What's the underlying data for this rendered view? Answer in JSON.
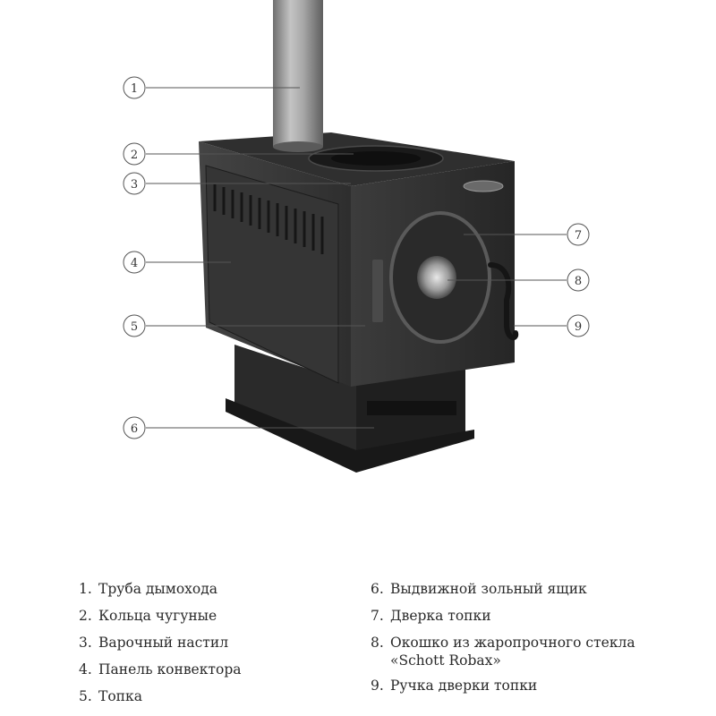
{
  "stove": {
    "brand_plate": ""
  },
  "callouts": [
    {
      "n": "1"
    },
    {
      "n": "2"
    },
    {
      "n": "3"
    },
    {
      "n": "4"
    },
    {
      "n": "5"
    },
    {
      "n": "6"
    },
    {
      "n": "7"
    },
    {
      "n": "8"
    },
    {
      "n": "9"
    }
  ],
  "legend": [
    {
      "num": "1.",
      "text": "Труба дымохода"
    },
    {
      "num": "2.",
      "text": "Кольца чугуные"
    },
    {
      "num": "3.",
      "text": "Варочный настил"
    },
    {
      "num": "4.",
      "text": "Панель конвектора"
    },
    {
      "num": "5.",
      "text": "Топка"
    },
    {
      "num": "6.",
      "text": "Выдвижной зольный ящик"
    },
    {
      "num": "7.",
      "text": "Дверка топки"
    },
    {
      "num": "8.",
      "text": "Окошко из жаропрочного стекла\n«Schott Robax»"
    },
    {
      "num": "9.",
      "text": "Ручка дверки топки"
    }
  ],
  "colors": {
    "stove_dark": "#2b2b2b",
    "stove_side": "#3a3a3a",
    "pipe": "#9a9a9a",
    "callout_line": "#555555"
  }
}
